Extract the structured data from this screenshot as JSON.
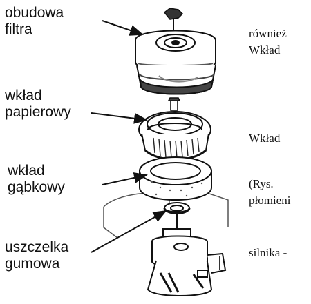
{
  "labels": {
    "air_filter_housing": [
      "obudowa",
      "filtra"
    ],
    "paper_element": [
      "wkład",
      "papierowy"
    ],
    "foam_element": [
      "wkład",
      "gąbkowy"
    ],
    "rubber_seal": [
      "uszczelka",
      "gumowa"
    ]
  },
  "right_column": {
    "line1": "również",
    "line2": "Wkład",
    "line3": "Wkład",
    "line4": "(Rys.",
    "line5": "płomieni",
    "line6": "silnika  -"
  }
}
